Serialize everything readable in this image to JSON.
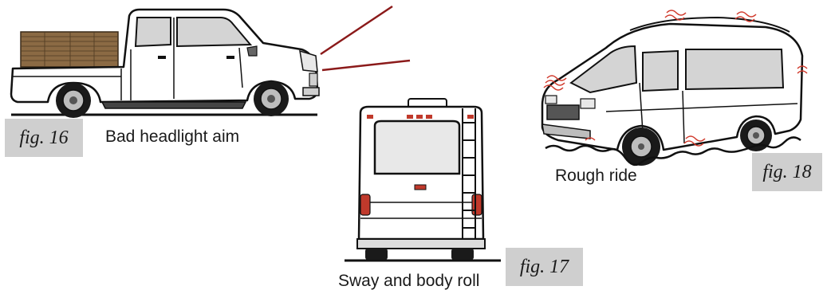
{
  "figures": [
    {
      "id": "fig16",
      "caption": "Bad headlight aim",
      "label": "fig. 16",
      "vehicle": "pickup-truck",
      "condition": "bad-headlight-aim"
    },
    {
      "id": "fig17",
      "caption": "Sway and body roll",
      "label": "fig. 17",
      "vehicle": "motorhome-rear",
      "condition": "sway-and-body-roll"
    },
    {
      "id": "fig18",
      "caption": "Rough ride",
      "label": "fig. 18",
      "vehicle": "camper-van",
      "condition": "rough-ride"
    }
  ],
  "colors": {
    "headlight_beam": "#8b1a1a",
    "vibration_marks": "#d0392b",
    "label_box": "#cfcfcf",
    "tail_lights": "#c0392b",
    "cargo_wood": "#8b6a44",
    "ink": "#1a1a1a"
  }
}
